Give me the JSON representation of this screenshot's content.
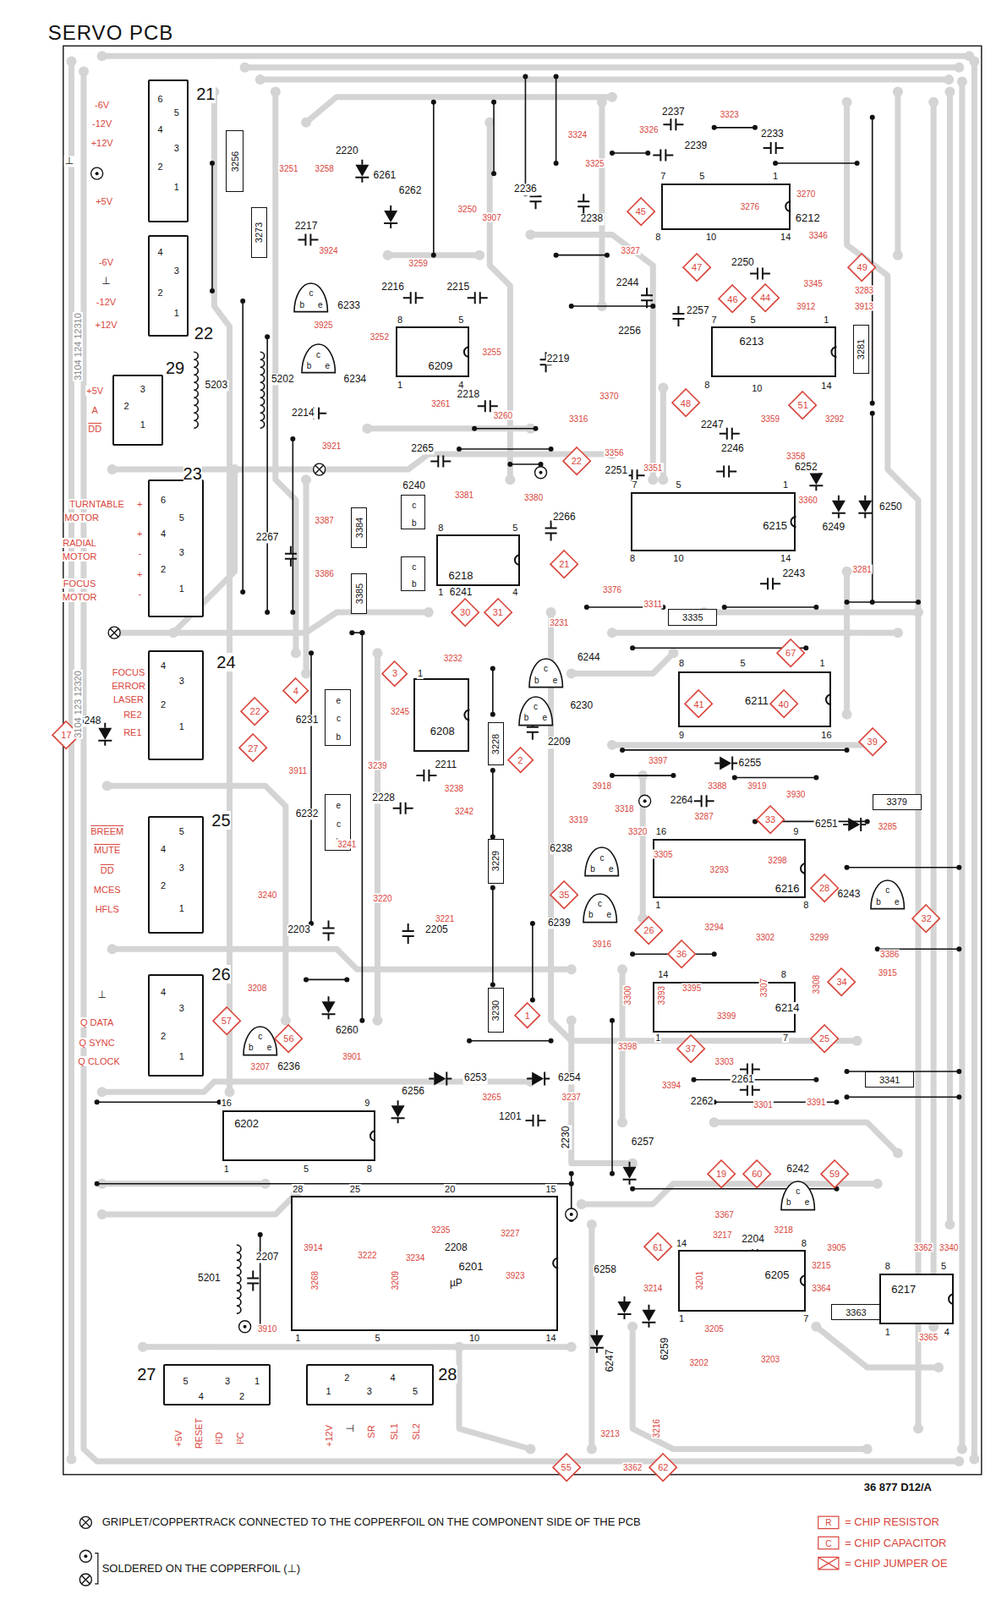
{
  "diagram": {
    "title": "SERVO PCB",
    "caption": "36 877 D12/A",
    "nodes": [
      {
        "text": [
          "21"
        ]
      },
      {
        "text": [
          "22"
        ]
      },
      {
        "text": [
          "29"
        ]
      },
      {
        "text": [
          "23"
        ]
      },
      {
        "text": [
          "24"
        ]
      },
      {
        "text": [
          "25"
        ]
      },
      {
        "text": [
          "26"
        ]
      },
      {
        "text": [
          "27"
        ]
      },
      {
        "text": [
          "28"
        ]
      },
      {
        "text": [
          "6212"
        ]
      },
      {
        "text": [
          "6213"
        ]
      },
      {
        "text": [
          "6215"
        ]
      },
      {
        "text": [
          "6211"
        ]
      },
      {
        "text": [
          "6216"
        ]
      },
      {
        "text": [
          "6214"
        ]
      },
      {
        "text": [
          "6209"
        ]
      },
      {
        "text": [
          "6218"
        ]
      },
      {
        "text": [
          "6208"
        ]
      },
      {
        "text": [
          "6202"
        ]
      },
      {
        "text": [
          "6201"
        ]
      },
      {
        "text": [
          "6205"
        ]
      },
      {
        "text": [
          "6217"
        ]
      },
      {
        "text": [
          "3256"
        ]
      },
      {
        "text": [
          "3273"
        ]
      },
      {
        "text": [
          "3281"
        ]
      },
      {
        "text": [
          "3335"
        ]
      },
      {
        "text": [
          "3384"
        ]
      },
      {
        "text": [
          "3385"
        ]
      },
      {
        "text": [
          "3228"
        ]
      },
      {
        "text": [
          "3229"
        ]
      },
      {
        "text": [
          "3230"
        ]
      },
      {
        "text": [
          "3379"
        ]
      },
      {
        "text": [
          "3341"
        ]
      },
      {
        "text": [
          "3363"
        ]
      },
      {
        "text": [
          "6233",
          "c",
          "b",
          "e"
        ]
      },
      {
        "text": [
          "6234",
          "c",
          "b",
          "e"
        ]
      },
      {
        "text": [
          "6236",
          "c",
          "b",
          "e"
        ]
      },
      {
        "text": [
          "6244",
          "c",
          "b",
          "e"
        ]
      },
      {
        "text": [
          "6230",
          "c",
          "b",
          "e"
        ]
      },
      {
        "text": [
          "6238",
          "c",
          "b",
          "e"
        ]
      },
      {
        "text": [
          "6239",
          "c",
          "b",
          "e"
        ]
      },
      {
        "text": [
          "6243",
          "c",
          "b",
          "e"
        ]
      },
      {
        "text": [
          "6242",
          "c",
          "b",
          "e"
        ]
      },
      {
        "text": [
          "6240",
          "c",
          "b"
        ]
      },
      {
        "text": [
          "6241",
          "c",
          "b"
        ]
      },
      {
        "text": [
          "6231",
          "e",
          "c",
          "b"
        ]
      },
      {
        "text": [
          "6232",
          "e",
          "c",
          "b"
        ]
      },
      {
        "text": [
          "45"
        ]
      },
      {
        "text": [
          "47"
        ]
      },
      {
        "text": [
          "46"
        ]
      },
      {
        "text": [
          "44"
        ]
      },
      {
        "text": [
          "49"
        ]
      },
      {
        "text": [
          "48"
        ]
      },
      {
        "text": [
          "51"
        ]
      },
      {
        "text": [
          "22"
        ]
      },
      {
        "text": [
          "21"
        ]
      },
      {
        "text": [
          "30"
        ]
      },
      {
        "text": [
          "31"
        ]
      },
      {
        "text": [
          "3"
        ]
      },
      {
        "text": [
          "4"
        ]
      },
      {
        "text": [
          "22"
        ]
      },
      {
        "text": [
          "17"
        ]
      },
      {
        "text": [
          "27"
        ]
      },
      {
        "text": [
          "2"
        ]
      },
      {
        "text": [
          "67"
        ]
      },
      {
        "text": [
          "41"
        ]
      },
      {
        "text": [
          "40"
        ]
      },
      {
        "text": [
          "39"
        ]
      },
      {
        "text": [
          "33"
        ]
      },
      {
        "text": [
          "28"
        ]
      },
      {
        "text": [
          "35"
        ]
      },
      {
        "text": [
          "32"
        ]
      },
      {
        "text": [
          "26"
        ]
      },
      {
        "text": [
          "36"
        ]
      },
      {
        "text": [
          "34"
        ]
      },
      {
        "text": [
          "1"
        ]
      },
      {
        "text": [
          "57"
        ]
      },
      {
        "text": [
          "56"
        ]
      },
      {
        "text": [
          "37"
        ]
      },
      {
        "text": [
          "25"
        ]
      },
      {
        "text": [
          "19"
        ]
      },
      {
        "text": [
          "60"
        ]
      },
      {
        "text": [
          "59"
        ]
      },
      {
        "text": [
          "61"
        ]
      },
      {
        "text": [
          "55"
        ]
      },
      {
        "text": [
          "62"
        ]
      }
    ],
    "labels": [
      "6",
      "5",
      "4",
      "3",
      "2",
      "1",
      "-6V",
      "-12V",
      "+12V",
      "⊥",
      "+5V",
      "4",
      "3",
      "2",
      "1",
      "-6V",
      "⊥",
      "-12V",
      "+12V",
      "3",
      "2",
      "1",
      "+5V",
      "A",
      "DD",
      "6",
      "5",
      "4",
      "3",
      "2",
      "1",
      "TURNTABLE",
      "+",
      "MOTOR",
      "RADIAL",
      "MOTOR",
      "+",
      "-",
      "FOCUS",
      "MOTOR",
      "+",
      "-",
      "4",
      "3",
      "2",
      "1",
      "FOCUS",
      "ERROR",
      "LASER",
      "RE2",
      "RE1",
      "5",
      "4",
      "3",
      "2",
      "1",
      "BREEM",
      "MUTE",
      "DD",
      "MCES",
      "HFLS",
      "4",
      "3",
      "2",
      "1",
      "⊥",
      "Q DATA",
      "Q SYNC",
      "Q CLOCK",
      "5",
      "4",
      "3",
      "2",
      "1",
      "+5V",
      "RESET",
      "I²D",
      "I²C",
      "1",
      "2",
      "3",
      "4",
      "5",
      "+12V",
      "⊥",
      "SR",
      "SL1",
      "SL2",
      "2220",
      "6261",
      "6262",
      "2217",
      "2216",
      "2215",
      "5203",
      "5202",
      "2214",
      "2218",
      "2219",
      "2236",
      "2238",
      "2237",
      "2239",
      "2233",
      "2244",
      "2256",
      "2257",
      "2250",
      "2247",
      "2246",
      "2251",
      "6252",
      "6249",
      "6250",
      "2243",
      "2265",
      "2266",
      "2267",
      "6255",
      "2264",
      "6251",
      "2211",
      "2228",
      "2209",
      "2203",
      "2205",
      "6260",
      "6256",
      "6253",
      "6254",
      "1201",
      "6257",
      "2261",
      "2262",
      "2207",
      "5201",
      "2208",
      "µP",
      "6258",
      "6259",
      "6247",
      "2204",
      "6248",
      "2230",
      "3251",
      "3258",
      "3924",
      "3925",
      "3252",
      "3255",
      "3261",
      "3260",
      "3907",
      "3250",
      "3259",
      "3921",
      "3381",
      "3380",
      "3387",
      "3386",
      "3324",
      "3325",
      "3326",
      "3323",
      "3327",
      "3270",
      "3276",
      "3346",
      "3345",
      "3912",
      "3913",
      "3283",
      "3292",
      "3359",
      "3358",
      "3370",
      "3316",
      "3356",
      "3351",
      "3376",
      "3311",
      "3360",
      "3281",
      "3231",
      "3232",
      "3245",
      "3239",
      "3238",
      "3242",
      "3241",
      "3220",
      "3221",
      "3240",
      "3911",
      "3208",
      "3207",
      "3901",
      "3237",
      "3265",
      "3914",
      "3268",
      "3209",
      "3222",
      "3234",
      "3235",
      "3227",
      "3923",
      "3910",
      "3214",
      "3213",
      "3362",
      "3216",
      "3201",
      "3205",
      "3202",
      "3203",
      "3215",
      "3364",
      "3365",
      "3217",
      "3218",
      "3905",
      "3340",
      "3367",
      "3388",
      "3919",
      "3930",
      "3285",
      "3287",
      "3318",
      "3319",
      "3320",
      "3305",
      "3293",
      "3298",
      "3294",
      "3302",
      "3299",
      "3916",
      "3397",
      "3918",
      "3300",
      "3393",
      "3395",
      "3399",
      "3307",
      "3308",
      "3386",
      "3915",
      "3398",
      "3394",
      "3303",
      "3391",
      "3301",
      "3362",
      "7",
      "5",
      "1",
      "8",
      "10",
      "14",
      "7",
      "5",
      "1",
      "8",
      "10",
      "14",
      "7",
      "5",
      "1",
      "8",
      "10",
      "14",
      "8",
      "5",
      "1",
      "9",
      "16",
      "16",
      "9",
      "1",
      "8",
      "14",
      "8",
      "1",
      "7",
      "8",
      "5",
      "1",
      "4",
      "8",
      "5",
      "1",
      "4",
      "1",
      "16",
      "9",
      "1",
      "5",
      "8",
      "28",
      "25",
      "20",
      "15",
      "1",
      "5",
      "10",
      "14",
      "14",
      "8",
      "1",
      "7",
      "8",
      "5",
      "1",
      "4",
      "3104 124 12310",
      "3104 123 12320",
      "R",
      "C"
    ],
    "legend": [
      {
        "text": "GRIPLET/COPPERTRACK CONNECTED TO THE COPPERFOIL ON THE COMPONENT SIDE OF THE PCB"
      },
      {
        "text": "SOLDERED ON THE COPPERFOIL (⊥)"
      },
      {
        "text": "= CHIP RESISTOR"
      },
      {
        "text": "= CHIP CAPACITOR"
      },
      {
        "text": "= CHIP JUMPER OE"
      }
    ]
  }
}
